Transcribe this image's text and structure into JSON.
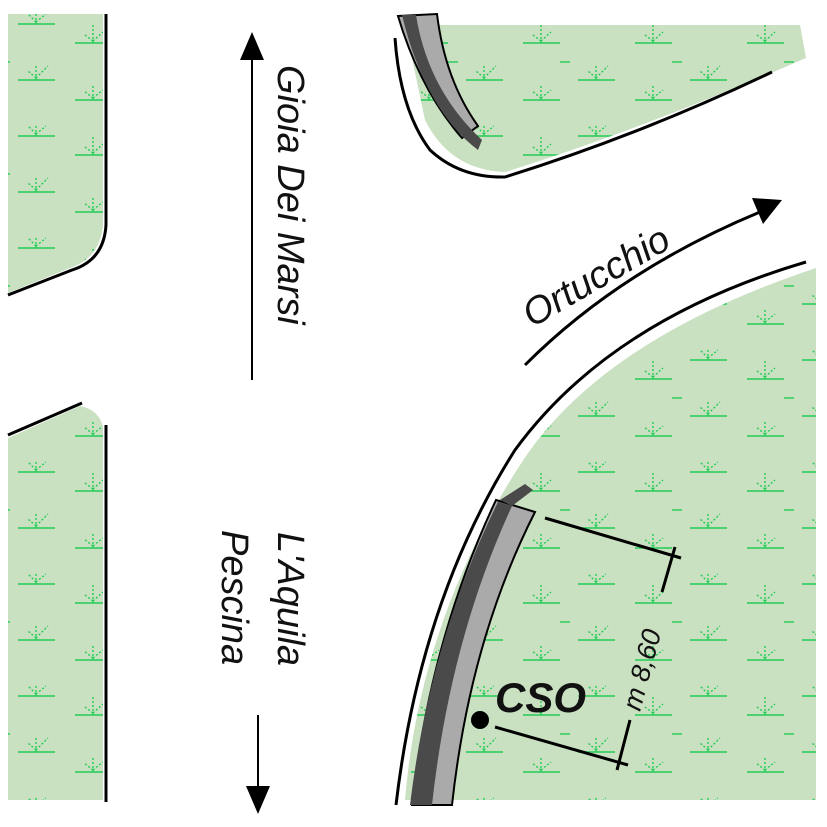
{
  "labels": {
    "north": "Gioia Dei Marsi",
    "south_1": "L'Aquila",
    "south_2": "Pescina",
    "east": "Ortucchio",
    "marker": "CSO",
    "dimension": "m 8,60"
  },
  "colors": {
    "grass": "#c9e0c1",
    "grass_mark": "#22cc55",
    "curb_light": "#aaaaaa",
    "curb_dark": "#4a4a4a",
    "line": "#000000"
  }
}
